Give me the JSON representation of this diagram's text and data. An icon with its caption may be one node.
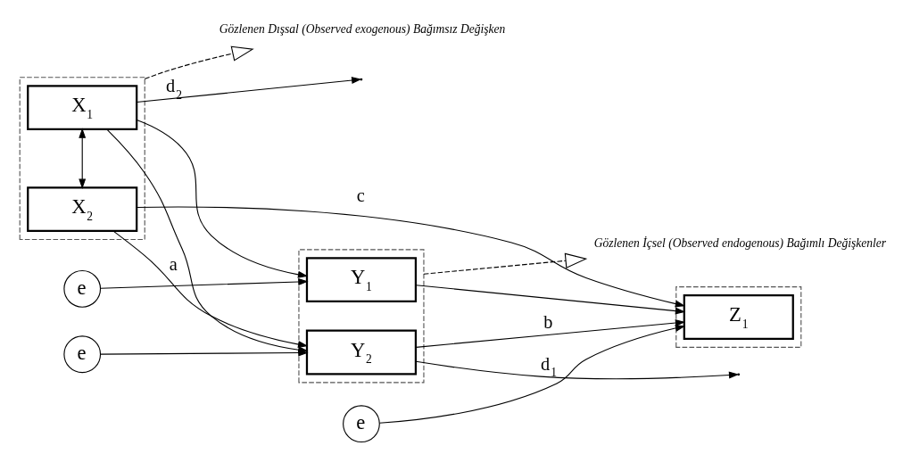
{
  "diagram": {
    "nodes": [
      {
        "text": [
          "Gözlenen Dışsal (Observed exogenous) Bağımsız Değişken"
        ]
      },
      {
        "text": [
          "e"
        ]
      },
      {
        "text": [],
        "shape": "box"
      },
      {
        "text": [
          "X$_{1}$"
        ],
        "in": 2
      },
      {
        "text": [
          "X$_{2}$"
        ],
        "in": 2
      },
      {
        "text": [],
        "shape": "box"
      },
      {
        "text": [
          "Y$_{1}$"
        ],
        "in": 5
      },
      {
        "text": [
          "Y$_{2}$"
        ],
        "in": 5
      },
      {
        "text": [
          "e"
        ]
      },
      {
        "text": [
          "e"
        ]
      },
      {
        "text": [],
        "shape": "box"
      },
      {
        "text": [
          "Z$_{1}$"
        ],
        "in": 10
      },
      {
        "text": [
          "Gözlenen İçsel (Observed endogenous) Bağımlı Değişkenler"
        ]
      }
    ],
    "edges": [
      {
        "from": 2,
        "to": 0,
        "arrow": "to",
        "style": "dashed"
      },
      {
        "from": 3,
        "to": 4,
        "arrow": "both"
      },
      {
        "from": 1,
        "to": 6,
        "arrow": "to"
      },
      {
        "from": 3,
        "to": 6,
        "arrow": "to"
      },
      {
        "from": 3,
        "to": null,
        "arrow": "to",
        "label": "d$_{2}$"
      },
      {
        "from": 3,
        "to": 7,
        "arrow": "to"
      },
      {
        "from": 4,
        "to": 7,
        "arrow": "to",
        "label": "a"
      },
      {
        "from": 8,
        "to": 7,
        "arrow": "to"
      },
      {
        "from": 4,
        "to": 11,
        "arrow": "to",
        "label": "c"
      },
      {
        "from": 7,
        "to": null,
        "arrow": "to",
        "label": "d$_{1}$"
      },
      {
        "from": 6,
        "to": 11,
        "arrow": "to"
      },
      {
        "from": 7,
        "to": 11,
        "arrow": "to",
        "label": "b"
      },
      {
        "from": 9,
        "to": 11,
        "arrow": "to"
      },
      {
        "from": 5,
        "to": 12,
        "arrow": "to",
        "style": "dashed"
      }
    ]
  }
}
